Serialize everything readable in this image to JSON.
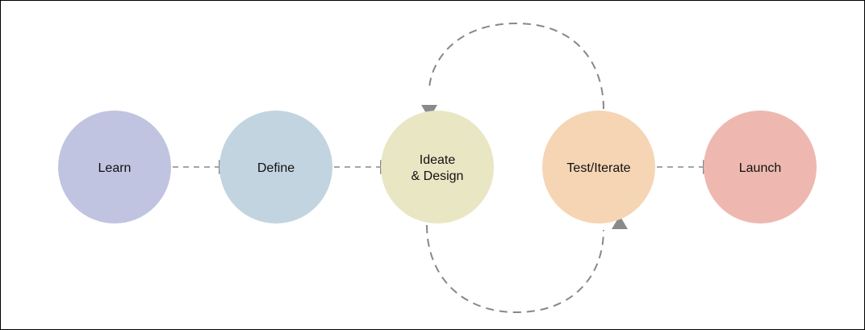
{
  "diagram": {
    "nodes": [
      {
        "id": "learn",
        "lines": [
          "Learn"
        ],
        "color": "#C0C4E0"
      },
      {
        "id": "define",
        "lines": [
          "Define"
        ],
        "color": "#C2D4E0"
      },
      {
        "id": "ideate",
        "lines": [
          "Ideate",
          "& Design"
        ],
        "color": "#E9E6C4"
      },
      {
        "id": "test",
        "lines": [
          "Test/Iterate"
        ],
        "color": "#F5D5B4"
      },
      {
        "id": "launch",
        "lines": [
          "Launch"
        ],
        "color": "#EEB8B0"
      }
    ],
    "edges": [
      {
        "from": "learn",
        "to": "define",
        "style": "dashed"
      },
      {
        "from": "define",
        "to": "ideate",
        "style": "dashed"
      },
      {
        "from": "test",
        "to": "launch",
        "style": "dashed"
      },
      {
        "from": "test",
        "to": "ideate",
        "style": "dashed-loop-top"
      },
      {
        "from": "ideate",
        "to": "test",
        "style": "dashed-loop-bottom"
      }
    ],
    "colors": {
      "connector": "#888888",
      "border": "#000000",
      "background": "#FFFFFF"
    }
  }
}
